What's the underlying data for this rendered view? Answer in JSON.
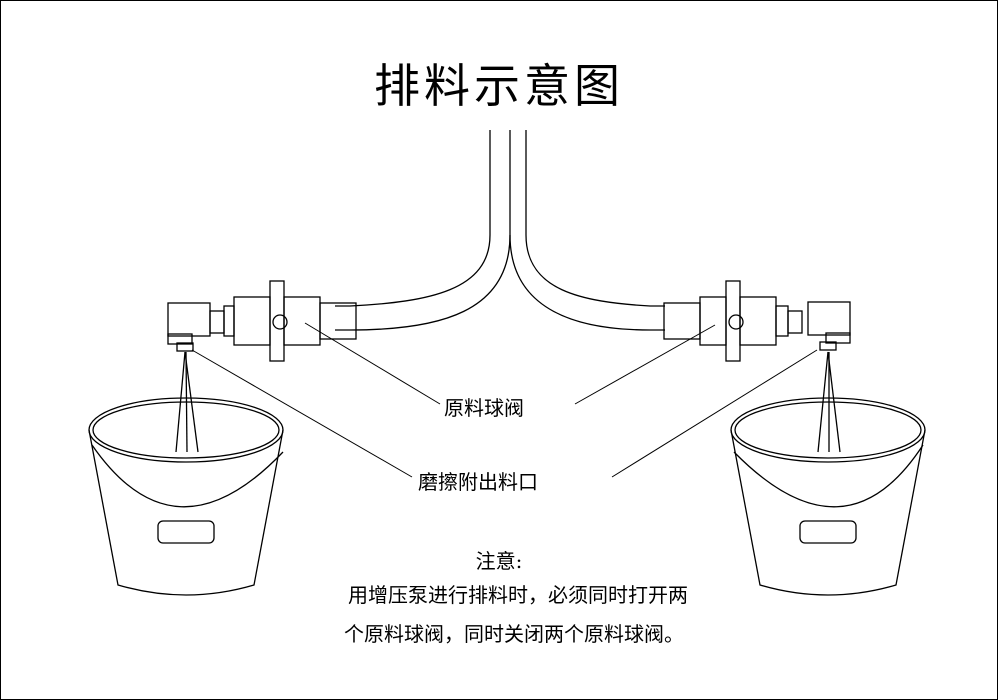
{
  "title": "排料示意图",
  "labels": {
    "ball_valve": "原料球阀",
    "outlet": "磨擦附出料口"
  },
  "note": {
    "heading": "注意:",
    "line1": "用增压泵进行排料时，必须同时打开两",
    "line2": "个原料球阀，同时关闭两个原料球阀。"
  },
  "colors": {
    "line": "#000000",
    "background": "#ffffff"
  }
}
